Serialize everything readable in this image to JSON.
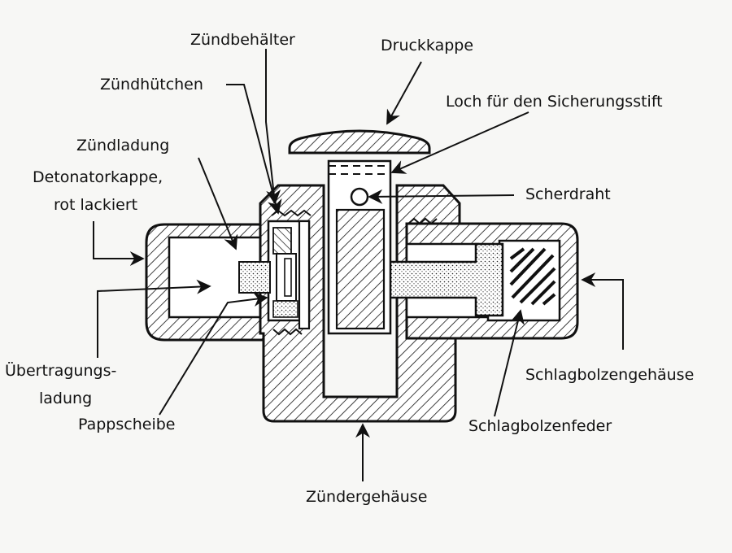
{
  "labels": {
    "zuendbehaelter": "Zündbehälter",
    "druckkappe": "Druckkappe",
    "zuendhuetchen": "Zündhütchen",
    "loch_sicherungsstift": "Loch für den Sicherungsstift",
    "zuendladung": "Zündladung",
    "detonatorkappe_1": "Detonatorkappe,",
    "detonatorkappe_2": "rot lackiert",
    "scherdraht": "Scherdraht",
    "uebertragungsladung_1": "Übertragungs-",
    "uebertragungsladung_2": "ladung",
    "pappscheibe": "Pappscheibe",
    "schlagbolzengehaeuse": "Schlagbolzengehäuse",
    "schlagbolzenfeder": "Schlagbolzenfeder",
    "zuendergehaeuse": "Zündergehäuse"
  }
}
